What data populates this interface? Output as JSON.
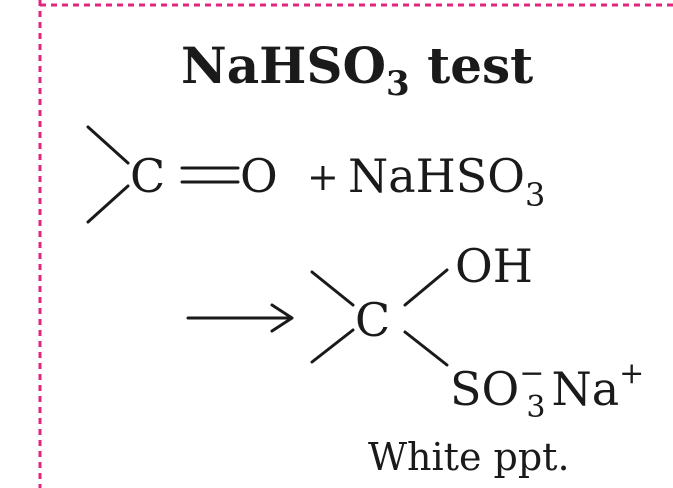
{
  "title": {
    "main": "NaHSO",
    "sub": "3",
    "rest": " test"
  },
  "reaction": {
    "carbon_left": "C",
    "oxygen": "O",
    "plus": "+",
    "reagent_main": "NaHSO",
    "reagent_sub": "3",
    "carbon_right": "C",
    "oh": "OH",
    "so": "SO",
    "so_sub": "3",
    "so_sup": "−",
    "na": "Na",
    "na_sup": "+",
    "note": "White ppt."
  },
  "colors": {
    "border": "#e0267d",
    "ink": "#1a1a1a"
  }
}
